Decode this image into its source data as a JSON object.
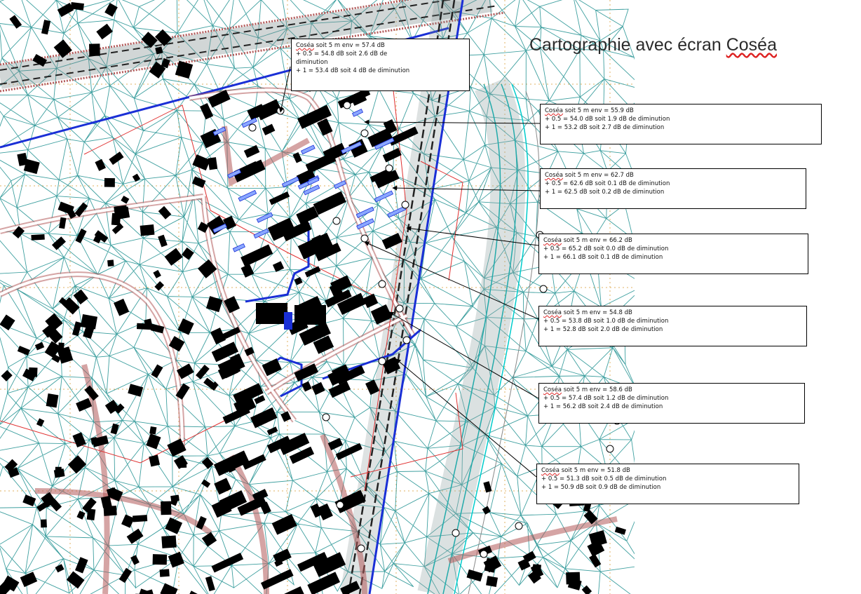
{
  "title": {
    "prefix": "Cartographie avec écran ",
    "brand": "Coséa"
  },
  "callouts": [
    {
      "id": "c1",
      "brand": "Coséa",
      "line1": " soit 5 m env  = 57.4 dB",
      "line2": "+ 0.5 = 54.8 dB soit 2.6 dB de diminution",
      "line3": "+ 1 = 53.4 dB soit 4 dB de diminution"
    },
    {
      "id": "c2",
      "brand": "Coséa",
      "line1": " soit 5 m env  = 55.9 dB",
      "line2": "+ 0.5 = 54.0 dB soit 1.9 dB de diminution",
      "line3": "+ 1 = 53.2 dB soit 2.7 dB de diminution"
    },
    {
      "id": "c3",
      "brand": "Coséa",
      "line1": " soit 5 m env  = 62.7 dB",
      "line2": "+ 0.5 = 62.6 dB soit 0.1 dB de diminution",
      "line3": "+ 1 = 62.5 dB soit 0.2 dB de diminution"
    },
    {
      "id": "c4",
      "brand": "Coséa",
      "line1": " soit 5 m env  = 66.2 dB",
      "line2": "+ 0.5 = 65.2 dB soit 0.0 dB de diminution",
      "line3": "+ 1 = 66.1 dB soit 0.1 dB de diminution"
    },
    {
      "id": "c5",
      "brand": "Coséa",
      "line1": " soit 5 m env  = 54.8 dB",
      "line2": "+ 0.5 = 53.8 dB soit 1.0 dB de diminution",
      "line3": "+ 1 = 52.8 dB soit 2.0 dB de diminution"
    },
    {
      "id": "c6",
      "brand": "Coséa",
      "line1": " soit 5 m env  = 58.6 dB",
      "line2": "+ 0.5 = 57.4 dB soit 1.2 dB de diminution",
      "line3": "+ 1 = 56.2 dB soit 2.4 dB de diminution"
    },
    {
      "id": "c7",
      "brand": "Coséa",
      "line1": " soit 5 m env  = 51.8 dB",
      "line2": "+ 0.5 = 51.3 dB soit 0.5 dB de diminution",
      "line3": "+ 1 = 50.9 dB soit 0.9 dB de diminution"
    }
  ],
  "colors": {
    "triangulation": "#1d8f8f",
    "roads": "#b35a5a",
    "screen": "#1a2fd6",
    "building": "#000000",
    "gridline": "#e0b060",
    "boundary": "#e03030"
  }
}
